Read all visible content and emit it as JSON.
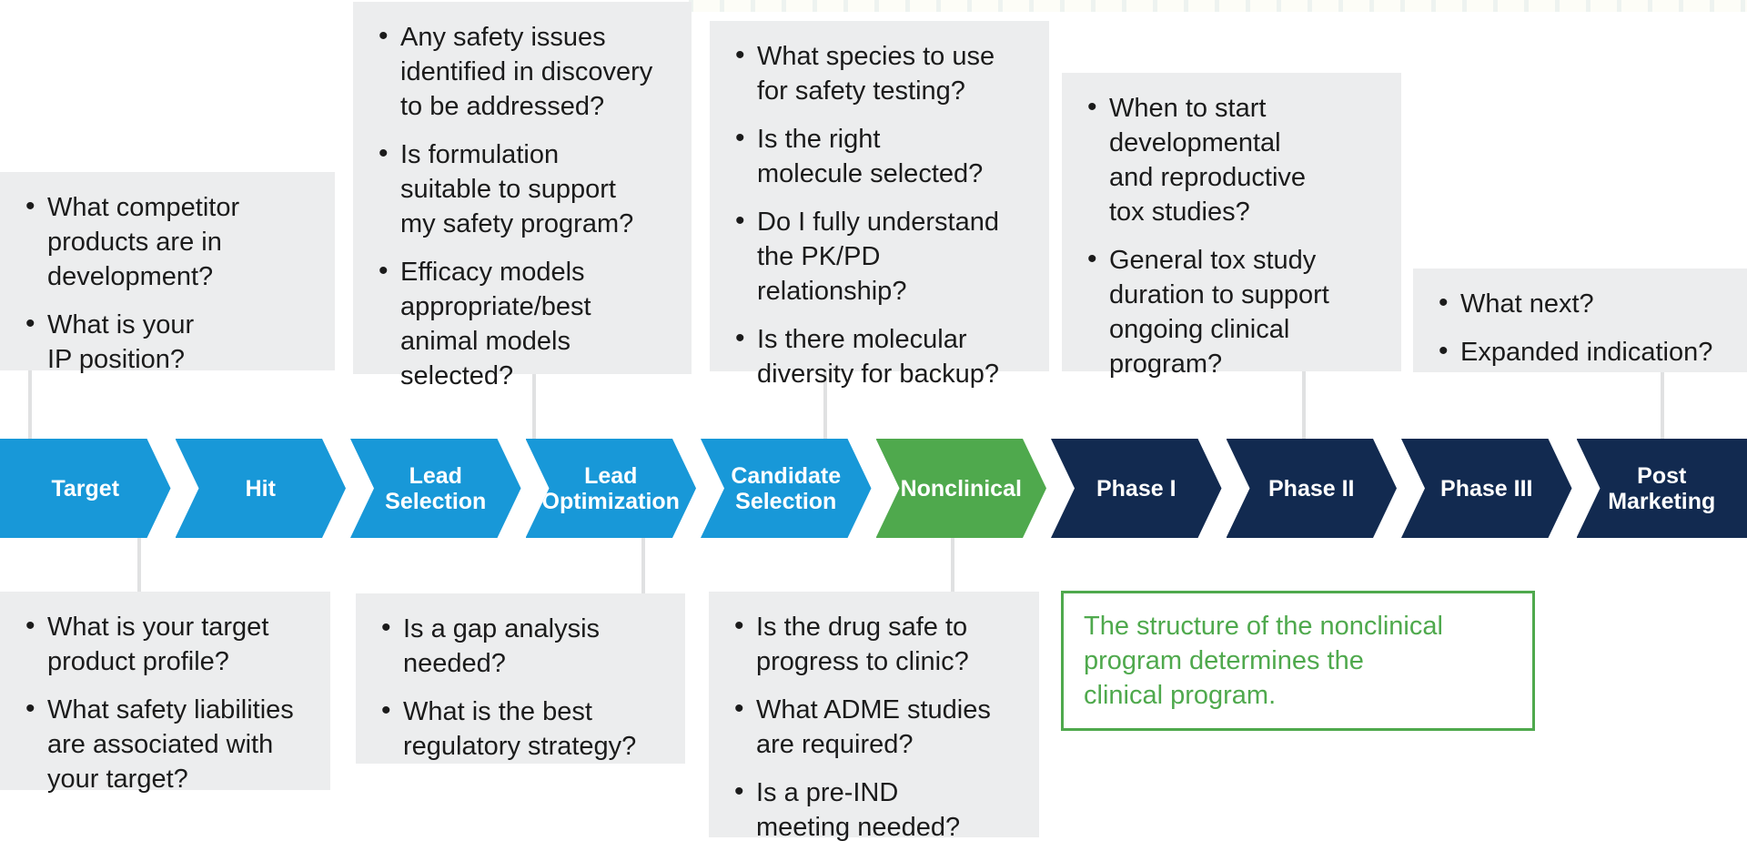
{
  "diagram_title": "Drug development pipeline with key questions per stage",
  "colors": {
    "background": "#ffffff",
    "callout_bg": "#ecedee",
    "connector": "#e0e1e2",
    "body_text": "#1b1b1b",
    "discovery_blue": "#1898d8",
    "nonclinical_green": "#4fa94d",
    "clinical_navy": "#122a50",
    "stage_label_text": "#ffffff",
    "note_green": "#4fa94d"
  },
  "pipeline": {
    "stages": [
      {
        "label": "Target",
        "color": "#1898d8"
      },
      {
        "label": "Hit",
        "color": "#1898d8"
      },
      {
        "label": "Lead\nSelection",
        "color": "#1898d8"
      },
      {
        "label": "Lead\nOptimization",
        "color": "#1898d8"
      },
      {
        "label": "Candidate\nSelection",
        "color": "#1898d8"
      },
      {
        "label": "Nonclinical",
        "color": "#4fa94d"
      },
      {
        "label": "Phase I",
        "color": "#122a50"
      },
      {
        "label": "Phase II",
        "color": "#122a50"
      },
      {
        "label": "Phase III",
        "color": "#122a50"
      },
      {
        "label": "Post\nMarketing",
        "color": "#122a50"
      }
    ]
  },
  "callouts_top": [
    {
      "anchor_stage": "Target / Hit",
      "bullets": [
        "What competitor\nproducts are in\ndevelopment?",
        "What is your\nIP position?"
      ]
    },
    {
      "anchor_stage": "Lead Selection / Lead Optimization",
      "bullets": [
        "Any safety issues\nidentified in discovery\nto be addressed?",
        "Is formulation\nsuitable to support\nmy safety program?",
        "Efficacy models\nappropriate/best\nanimal models\nselected?"
      ]
    },
    {
      "anchor_stage": "Candidate Selection",
      "bullets": [
        "What species to use\nfor safety testing?",
        "Is the right\nmolecule selected?",
        "Do I fully understand\nthe PK/PD\nrelationship?",
        "Is there molecular\ndiversity for backup?"
      ]
    },
    {
      "anchor_stage": "Phase I / Phase II",
      "bullets": [
        "When to start\ndevelopmental\nand reproductive\ntox studies?",
        "General tox study\nduration to support\nongoing clinical\nprogram?"
      ]
    },
    {
      "anchor_stage": "Post Marketing",
      "bullets": [
        "What next?",
        "Expanded indication?"
      ]
    }
  ],
  "callouts_bottom": [
    {
      "anchor_stage": "Target / Hit",
      "bullets": [
        "What is your target\nproduct profile?",
        "What safety liabilities\nare associated with\nyour target?"
      ]
    },
    {
      "anchor_stage": "Lead Optimization",
      "bullets": [
        "Is a gap analysis\nneeded?",
        "What is the best\nregulatory strategy?"
      ]
    },
    {
      "anchor_stage": "Nonclinical",
      "bullets": [
        "Is the drug safe to\nprogress to clinic?",
        "What ADME studies\nare required?",
        "Is a pre-IND\nmeeting needed?"
      ]
    }
  ],
  "note": {
    "text": "The structure of the nonclinical\nprogram determines the\nclinical program."
  }
}
